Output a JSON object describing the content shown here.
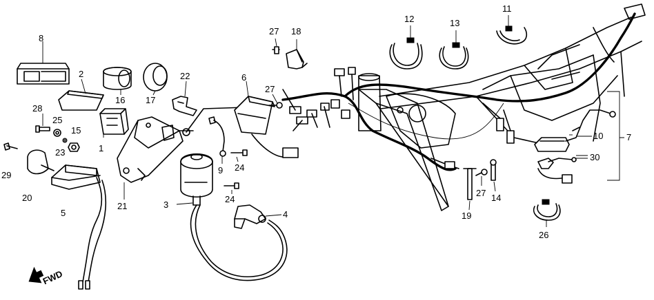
{
  "diagram": {
    "callouts": [
      "1",
      "2",
      "3",
      "4",
      "5",
      "6",
      "7",
      "8",
      "9",
      "10",
      "11",
      "12",
      "13",
      "14",
      "15",
      "16",
      "17",
      "18",
      "19",
      "20",
      "21",
      "22",
      "23",
      "24",
      "25",
      "26",
      "27",
      "28",
      "29",
      "30"
    ],
    "extra_callouts": {
      "c24b": "24",
      "c27b": "27",
      "c27c": "27"
    },
    "fwd_label": "FWD"
  }
}
